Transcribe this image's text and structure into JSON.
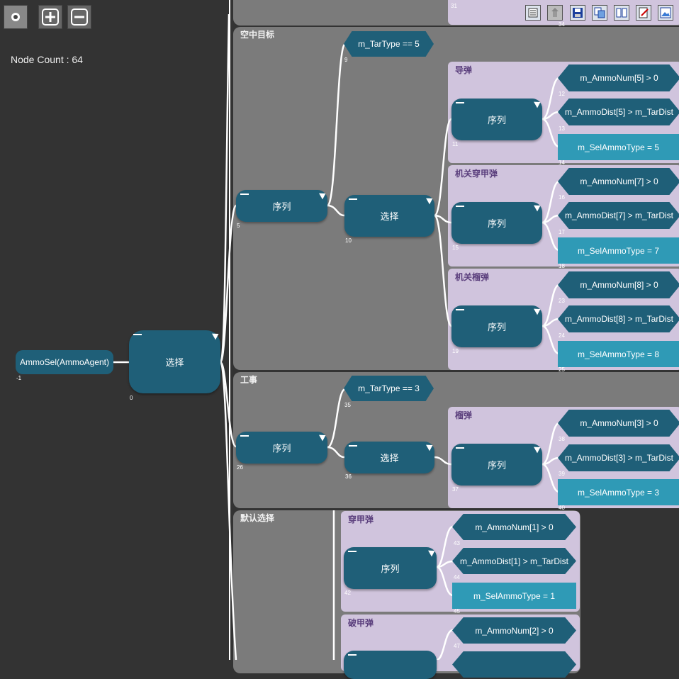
{
  "toolbar": {
    "node_count": "Node Count : 64"
  },
  "top_icons": [
    "list-icon",
    "recycle-icon",
    "save-icon",
    "copy-icon",
    "book-icon",
    "edit-icon",
    "image-icon"
  ],
  "root": {
    "label": "AmmoSel(AmmoAgent)",
    "index": "-1"
  },
  "main_selector": {
    "label": "选择",
    "index": "0"
  },
  "top_partial": {
    "index_a": "31",
    "index_b": "34"
  },
  "frames": {
    "air": {
      "title": "空中目标",
      "seq": "序列",
      "seq_index": "5",
      "cond": "m_TarType == 5",
      "cond_index": "9",
      "sel": "选择",
      "sel_index": "10"
    },
    "fort": {
      "title": "工事",
      "seq": "序列",
      "seq_index": "26",
      "cond": "m_TarType == 3",
      "cond_index": "35",
      "sel": "选择",
      "sel_index": "36"
    },
    "default": {
      "title": "默认选择"
    }
  },
  "groups": {
    "missile": {
      "title": "导弹",
      "seq": "序列",
      "seq_index": "11",
      "c1": "m_AmmoNum[5] > 0",
      "c1_index": "12",
      "c2": "m_AmmoDist[5] > m_TarDist",
      "c2_index": "13",
      "act": "m_SelAmmoType = 5",
      "act_index": "14"
    },
    "ap_mg": {
      "title": "机关穿甲弹",
      "seq": "序列",
      "seq_index": "15",
      "c1": "m_AmmoNum[7] > 0",
      "c1_index": "16",
      "c2": "m_AmmoDist[7] > m_TarDist",
      "c2_index": "17",
      "act": "m_SelAmmoType = 7",
      "act_index": "18"
    },
    "he_mg": {
      "title": "机关榴弹",
      "seq": "序列",
      "seq_index": "19",
      "c1": "m_AmmoNum[8] > 0",
      "c1_index": "23",
      "c2": "m_AmmoDist[8] > m_TarDist",
      "c2_index": "24",
      "act": "m_SelAmmoType = 8",
      "act_index": "25"
    },
    "he": {
      "title": "榴弹",
      "seq": "序列",
      "seq_index": "37",
      "c1": "m_AmmoNum[3] > 0",
      "c1_index": "38",
      "c2": "m_AmmoDist[3] > m_TarDist",
      "c2_index": "39",
      "act": "m_SelAmmoType = 3",
      "act_index": "40"
    },
    "ap": {
      "title": "穿甲弹",
      "seq": "序列",
      "seq_index": "42",
      "c1": "m_AmmoNum[1] > 0",
      "c1_index": "43",
      "c2": "m_AmmoDist[1] > m_TarDist",
      "c2_index": "44",
      "act": "m_SelAmmoType = 1",
      "act_index": "45"
    },
    "heat": {
      "title": "破甲弹",
      "c1": "m_AmmoNum[2] > 0",
      "c1_index": "47"
    }
  }
}
